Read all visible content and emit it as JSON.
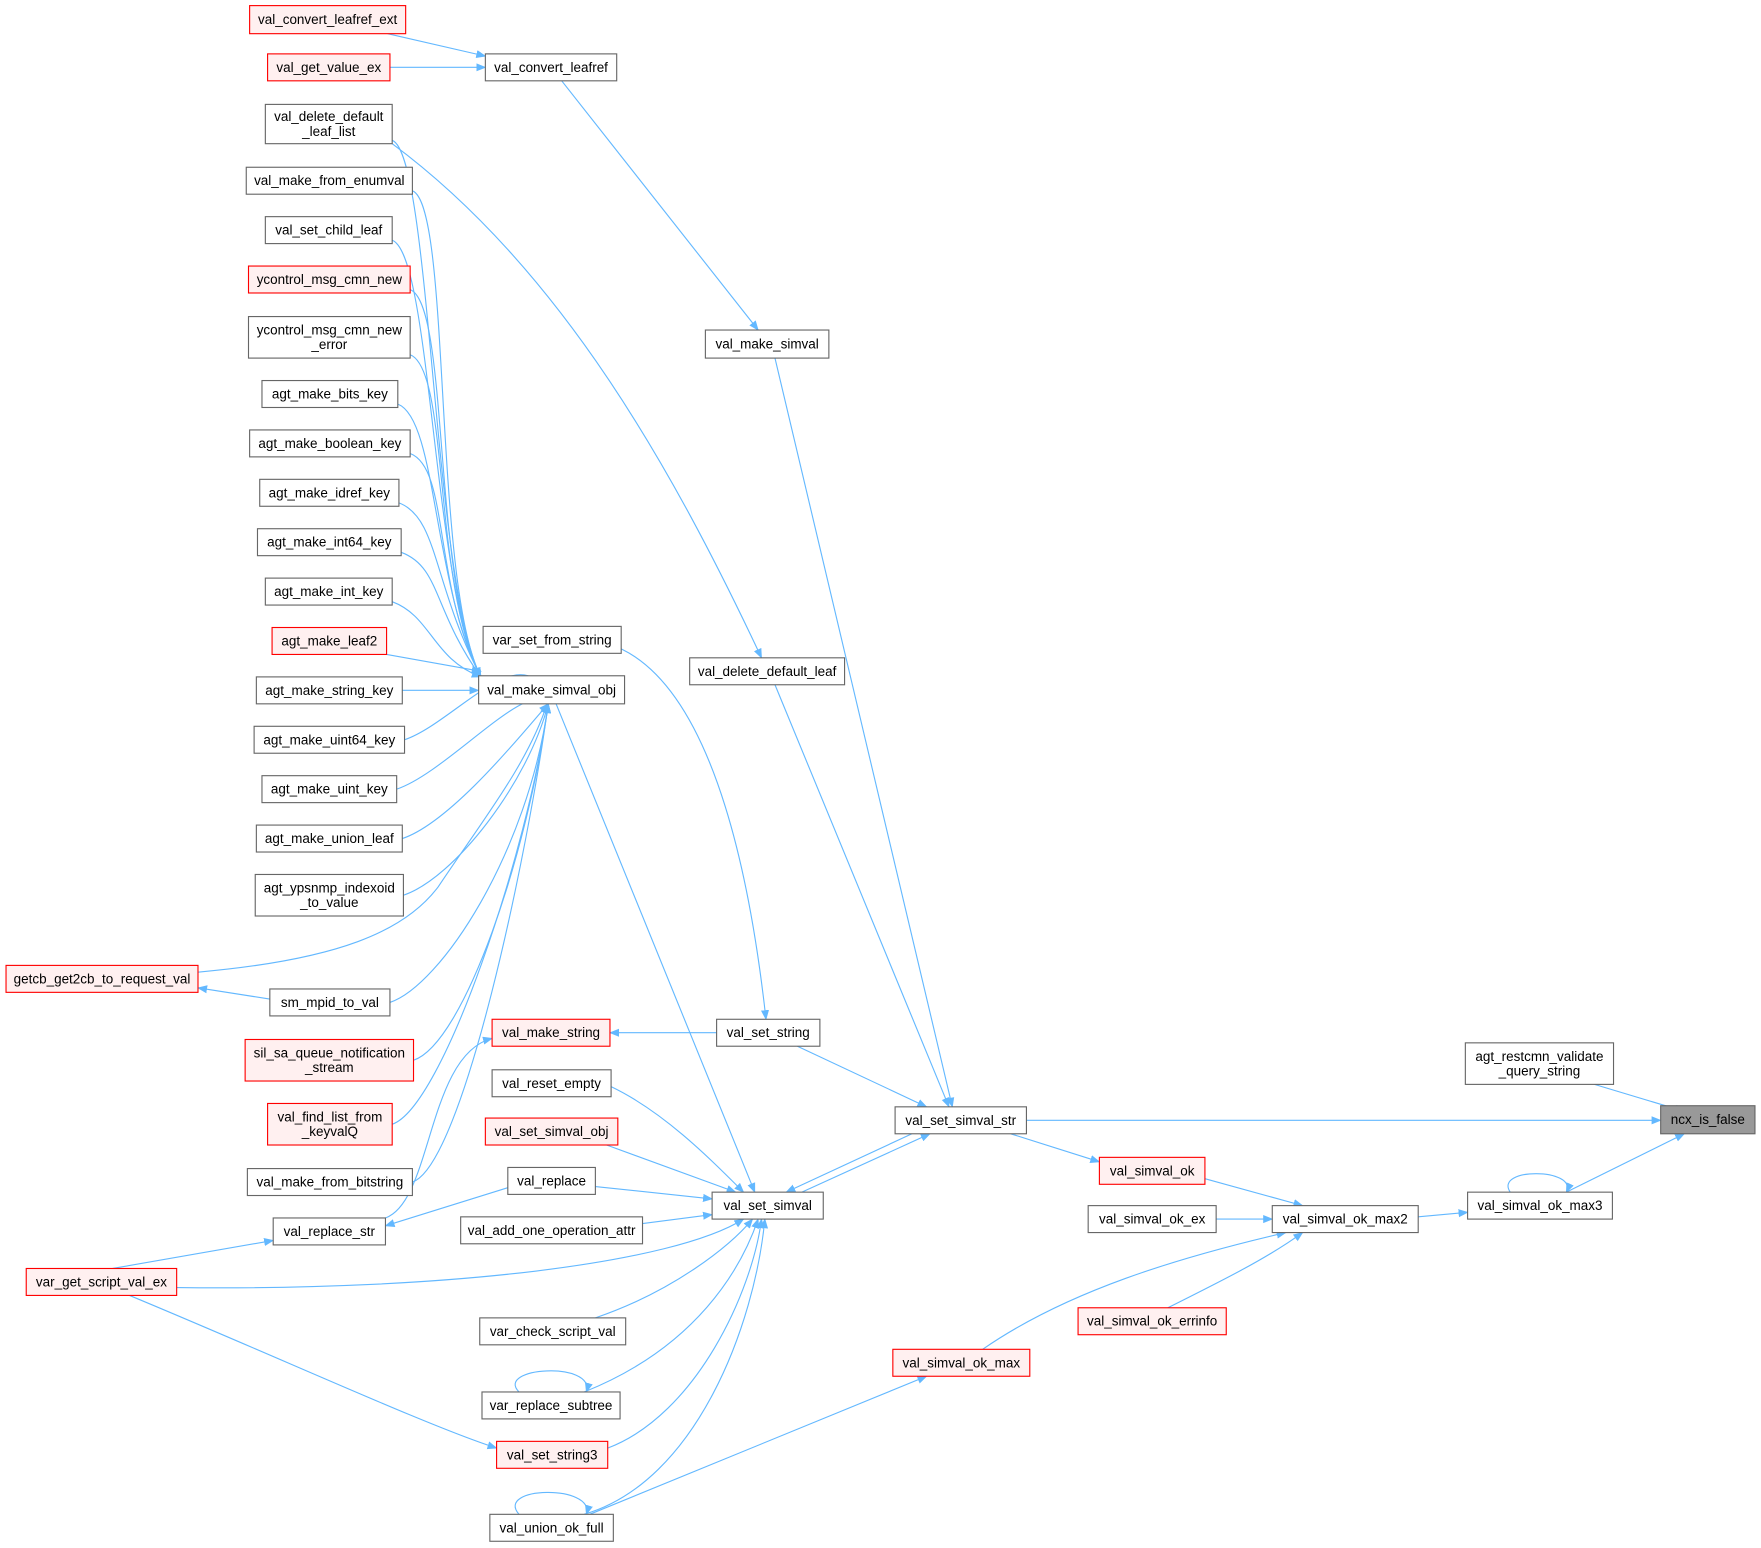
{
  "title": "ncx_is_false caller graph",
  "colors": {
    "edge": "#63b8ff",
    "node_border": "#666666",
    "node_fill": "#ffffff",
    "red_border": "#ff0000",
    "red_fill": "#fff0f0",
    "focus_fill": "#999999"
  },
  "nodes": [
    {
      "id": "val_convert_leafref_ext",
      "lines": [
        "val_convert_leafref_ext"
      ],
      "style": "red"
    },
    {
      "id": "val_get_value_ex",
      "lines": [
        "val_get_value_ex"
      ],
      "style": "red"
    },
    {
      "id": "val_convert_leafref",
      "lines": [
        "val_convert_leafref"
      ],
      "style": "normal"
    },
    {
      "id": "val_delete_default_leaf_list",
      "lines": [
        "val_delete_default",
        "_leaf_list"
      ],
      "style": "normal"
    },
    {
      "id": "val_make_from_enumval",
      "lines": [
        "val_make_from_enumval"
      ],
      "style": "normal"
    },
    {
      "id": "val_set_child_leaf",
      "lines": [
        "val_set_child_leaf"
      ],
      "style": "normal"
    },
    {
      "id": "ycontrol_msg_cmn_new",
      "lines": [
        "ycontrol_msg_cmn_new"
      ],
      "style": "red"
    },
    {
      "id": "ycontrol_msg_cmn_new_error",
      "lines": [
        "ycontrol_msg_cmn_new",
        "_error"
      ],
      "style": "normal"
    },
    {
      "id": "agt_make_bits_key",
      "lines": [
        "agt_make_bits_key"
      ],
      "style": "normal"
    },
    {
      "id": "agt_make_boolean_key",
      "lines": [
        "agt_make_boolean_key"
      ],
      "style": "normal"
    },
    {
      "id": "agt_make_idref_key",
      "lines": [
        "agt_make_idref_key"
      ],
      "style": "normal"
    },
    {
      "id": "agt_make_int64_key",
      "lines": [
        "agt_make_int64_key"
      ],
      "style": "normal"
    },
    {
      "id": "agt_make_int_key",
      "lines": [
        "agt_make_int_key"
      ],
      "style": "normal"
    },
    {
      "id": "agt_make_leaf2",
      "lines": [
        "agt_make_leaf2"
      ],
      "style": "red"
    },
    {
      "id": "agt_make_string_key",
      "lines": [
        "agt_make_string_key"
      ],
      "style": "normal"
    },
    {
      "id": "agt_make_uint64_key",
      "lines": [
        "agt_make_uint64_key"
      ],
      "style": "normal"
    },
    {
      "id": "agt_make_uint_key",
      "lines": [
        "agt_make_uint_key"
      ],
      "style": "normal"
    },
    {
      "id": "agt_make_union_leaf",
      "lines": [
        "agt_make_union_leaf"
      ],
      "style": "normal"
    },
    {
      "id": "agt_ypsnmp_indexoid_to_value",
      "lines": [
        "agt_ypsnmp_indexoid",
        "_to_value"
      ],
      "style": "normal"
    },
    {
      "id": "getcb_get2cb_to_request_val",
      "lines": [
        "getcb_get2cb_to_request_val"
      ],
      "style": "red"
    },
    {
      "id": "sm_mpid_to_val",
      "lines": [
        "sm_mpid_to_val"
      ],
      "style": "normal"
    },
    {
      "id": "sil_sa_queue_notification_stream",
      "lines": [
        "sil_sa_queue_notification",
        "_stream"
      ],
      "style": "red"
    },
    {
      "id": "val_find_list_from_keyvalQ",
      "lines": [
        "val_find_list_from",
        "_keyvalQ"
      ],
      "style": "red"
    },
    {
      "id": "val_make_from_bitstring",
      "lines": [
        "val_make_from_bitstring"
      ],
      "style": "normal"
    },
    {
      "id": "val_replace_str",
      "lines": [
        "val_replace_str"
      ],
      "style": "normal"
    },
    {
      "id": "var_get_script_val_ex",
      "lines": [
        "var_get_script_val_ex"
      ],
      "style": "red"
    },
    {
      "id": "val_make_simval",
      "lines": [
        "val_make_simval"
      ],
      "style": "normal"
    },
    {
      "id": "var_set_from_string",
      "lines": [
        "var_set_from_string"
      ],
      "style": "normal"
    },
    {
      "id": "val_delete_default_leaf",
      "lines": [
        "val_delete_default_leaf"
      ],
      "style": "normal"
    },
    {
      "id": "val_make_simval_obj",
      "lines": [
        "val_make_simval_obj"
      ],
      "style": "normal"
    },
    {
      "id": "val_make_string",
      "lines": [
        "val_make_string"
      ],
      "style": "red"
    },
    {
      "id": "val_set_string",
      "lines": [
        "val_set_string"
      ],
      "style": "normal"
    },
    {
      "id": "val_reset_empty",
      "lines": [
        "val_reset_empty"
      ],
      "style": "normal"
    },
    {
      "id": "val_set_simval_obj",
      "lines": [
        "val_set_simval_obj"
      ],
      "style": "red"
    },
    {
      "id": "val_replace",
      "lines": [
        "val_replace"
      ],
      "style": "normal"
    },
    {
      "id": "val_add_one_operation_attr",
      "lines": [
        "val_add_one_operation_attr"
      ],
      "style": "normal"
    },
    {
      "id": "val_set_simval",
      "lines": [
        "val_set_simval"
      ],
      "style": "normal"
    },
    {
      "id": "var_check_script_val",
      "lines": [
        "var_check_script_val"
      ],
      "style": "normal"
    },
    {
      "id": "var_replace_subtree",
      "lines": [
        "var_replace_subtree"
      ],
      "style": "normal"
    },
    {
      "id": "val_set_string3",
      "lines": [
        "val_set_string3"
      ],
      "style": "red"
    },
    {
      "id": "val_union_ok_full",
      "lines": [
        "val_union_ok_full"
      ],
      "style": "normal"
    },
    {
      "id": "val_set_simval_str",
      "lines": [
        "val_set_simval_str"
      ],
      "style": "normal"
    },
    {
      "id": "val_simval_ok",
      "lines": [
        "val_simval_ok"
      ],
      "style": "red"
    },
    {
      "id": "val_simval_ok_ex",
      "lines": [
        "val_simval_ok_ex"
      ],
      "style": "normal"
    },
    {
      "id": "val_simval_ok_max2",
      "lines": [
        "val_simval_ok_max2"
      ],
      "style": "normal"
    },
    {
      "id": "val_simval_ok_errinfo",
      "lines": [
        "val_simval_ok_errinfo"
      ],
      "style": "red"
    },
    {
      "id": "val_simval_ok_max",
      "lines": [
        "val_simval_ok_max"
      ],
      "style": "red"
    },
    {
      "id": "agt_restcmn_validate_query_string",
      "lines": [
        "agt_restcmn_validate",
        "_query_string"
      ],
      "style": "normal"
    },
    {
      "id": "ncx_is_false",
      "lines": [
        "ncx_is_false"
      ],
      "style": "focus"
    },
    {
      "id": "val_simval_ok_max3",
      "lines": [
        "val_simval_ok_max3"
      ],
      "style": "normal"
    }
  ],
  "edges": [
    {
      "from": "val_convert_leafref_ext",
      "to": "val_convert_leafref"
    },
    {
      "from": "val_get_value_ex",
      "to": "val_convert_leafref"
    },
    {
      "from": "val_convert_leafref",
      "to": "val_make_simval"
    },
    {
      "from": "val_make_simval",
      "to": "val_set_simval_str"
    },
    {
      "from": "val_delete_default_leaf_list",
      "to": "val_delete_default_leaf"
    },
    {
      "from": "val_delete_default_leaf",
      "to": "val_set_simval_str"
    },
    {
      "from": "val_delete_default_leaf_list",
      "to": "val_make_simval_obj"
    },
    {
      "from": "val_make_from_enumval",
      "to": "val_make_simval_obj"
    },
    {
      "from": "val_set_child_leaf",
      "to": "val_make_simval_obj"
    },
    {
      "from": "ycontrol_msg_cmn_new",
      "to": "val_make_simval_obj"
    },
    {
      "from": "ycontrol_msg_cmn_new_error",
      "to": "val_make_simval_obj"
    },
    {
      "from": "agt_make_bits_key",
      "to": "val_make_simval_obj"
    },
    {
      "from": "agt_make_boolean_key",
      "to": "val_make_simval_obj"
    },
    {
      "from": "agt_make_idref_key",
      "to": "val_make_simval_obj"
    },
    {
      "from": "agt_make_int64_key",
      "to": "val_make_simval_obj"
    },
    {
      "from": "agt_make_int_key",
      "to": "val_make_simval_obj"
    },
    {
      "from": "agt_make_leaf2",
      "to": "val_make_simval_obj"
    },
    {
      "from": "agt_make_string_key",
      "to": "val_make_simval_obj"
    },
    {
      "from": "agt_make_uint64_key",
      "to": "val_make_simval_obj"
    },
    {
      "from": "agt_make_uint_key",
      "to": "val_make_simval_obj"
    },
    {
      "from": "agt_make_union_leaf",
      "to": "val_make_simval_obj"
    },
    {
      "from": "agt_ypsnmp_indexoid_to_value",
      "to": "val_make_simval_obj"
    },
    {
      "from": "getcb_get2cb_to_request_val",
      "to": "val_make_simval_obj"
    },
    {
      "from": "sm_mpid_to_val",
      "to": "val_make_simval_obj"
    },
    {
      "from": "sil_sa_queue_notification_stream",
      "to": "val_make_simval_obj"
    },
    {
      "from": "val_find_list_from_keyvalQ",
      "to": "val_make_simval_obj"
    },
    {
      "from": "val_make_from_bitstring",
      "to": "val_make_simval_obj"
    },
    {
      "from": "sm_mpid_to_val",
      "to": "getcb_get2cb_to_request_val"
    },
    {
      "from": "val_make_simval_obj",
      "to": "val_set_simval"
    },
    {
      "from": "var_set_from_string",
      "to": "val_set_string"
    },
    {
      "from": "val_set_string",
      "to": "val_make_string"
    },
    {
      "from": "val_replace_str",
      "to": "val_make_string"
    },
    {
      "from": "val_set_string",
      "to": "val_set_simval_str"
    },
    {
      "from": "val_set_simval_str",
      "to": "val_set_simval"
    },
    {
      "from": "val_set_simval",
      "to": "val_set_simval_str"
    },
    {
      "from": "val_reset_empty",
      "to": "val_set_simval"
    },
    {
      "from": "val_set_simval_obj",
      "to": "val_set_simval"
    },
    {
      "from": "val_replace",
      "to": "val_set_simval"
    },
    {
      "from": "val_add_one_operation_attr",
      "to": "val_set_simval"
    },
    {
      "from": "var_get_script_val_ex",
      "to": "val_set_simval"
    },
    {
      "from": "var_check_script_val",
      "to": "val_set_simval"
    },
    {
      "from": "var_replace_subtree",
      "to": "val_set_simval"
    },
    {
      "from": "var_replace_subtree",
      "to": "var_replace_subtree"
    },
    {
      "from": "val_set_string3",
      "to": "val_set_simval"
    },
    {
      "from": "val_union_ok_full",
      "to": "val_set_simval"
    },
    {
      "from": "val_union_ok_full",
      "to": "val_union_ok_full"
    },
    {
      "from": "val_union_ok_full",
      "to": "val_simval_ok_max"
    },
    {
      "from": "var_get_script_val_ex",
      "to": "val_set_string3"
    },
    {
      "from": "var_get_script_val_ex",
      "to": "val_replace_str"
    },
    {
      "from": "val_replace",
      "to": "val_replace_str"
    },
    {
      "from": "val_set_simval_str",
      "to": "ncx_is_false"
    },
    {
      "from": "val_set_simval_str",
      "to": "val_simval_ok"
    },
    {
      "from": "val_simval_ok",
      "to": "val_simval_ok_max2"
    },
    {
      "from": "val_simval_ok_ex",
      "to": "val_simval_ok_max2"
    },
    {
      "from": "val_simval_ok_errinfo",
      "to": "val_simval_ok_max2"
    },
    {
      "from": "val_simval_ok_max",
      "to": "val_simval_ok_max2"
    },
    {
      "from": "val_simval_ok_max2",
      "to": "val_simval_ok_max3"
    },
    {
      "from": "val_simval_ok_max3",
      "to": "val_simval_ok_max3"
    },
    {
      "from": "val_simval_ok_max3",
      "to": "ncx_is_false"
    },
    {
      "from": "agt_restcmn_validate_query_string",
      "to": "ncx_is_false"
    }
  ]
}
